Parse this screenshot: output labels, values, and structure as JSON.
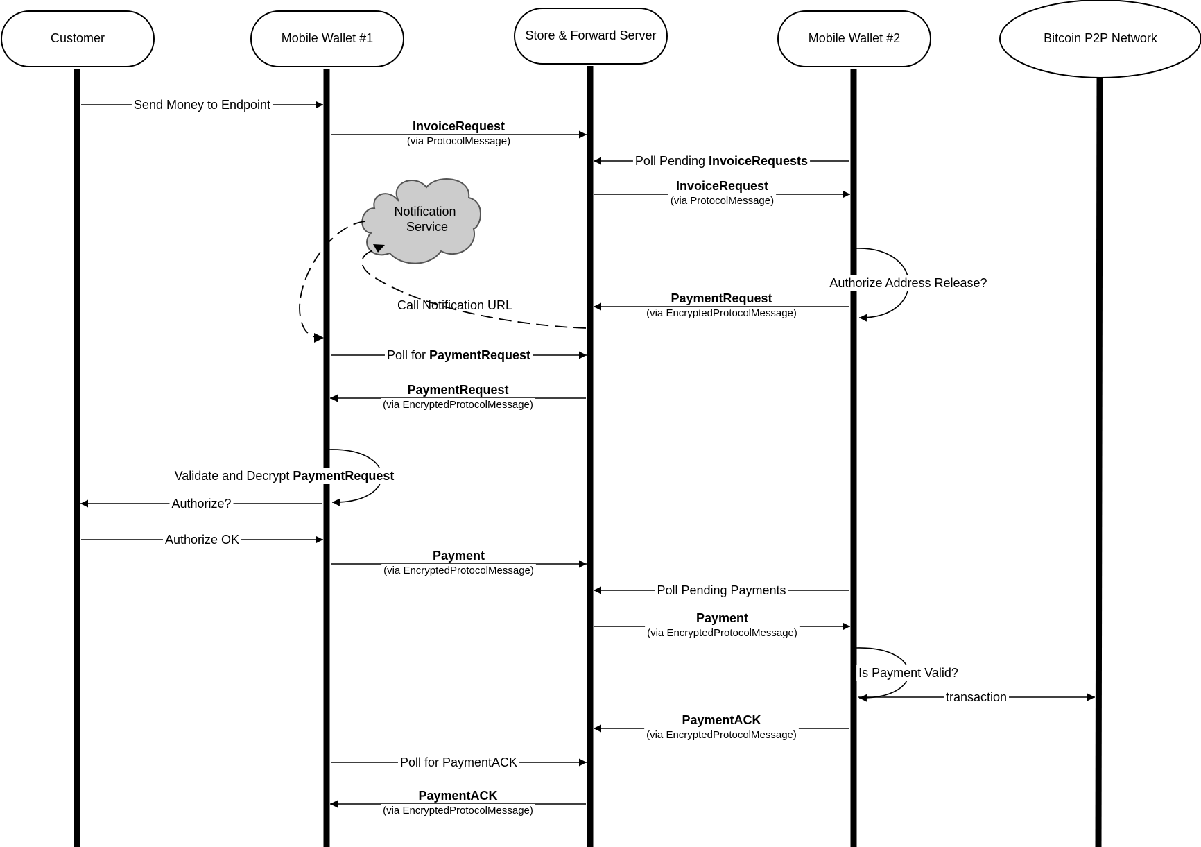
{
  "actors": [
    {
      "id": "customer",
      "label": "Customer"
    },
    {
      "id": "wallet1",
      "label": "Mobile Wallet #1"
    },
    {
      "id": "server",
      "label": "Store & Forward Server"
    },
    {
      "id": "wallet2",
      "label": "Mobile Wallet #2"
    },
    {
      "id": "p2p",
      "label": "Bitcoin P2P Network"
    }
  ],
  "notification_service": {
    "line1": "Notification",
    "line2": "Service",
    "call_label": "Call Notification URL"
  },
  "messages": [
    {
      "from": "customer",
      "to": "wallet1",
      "parts": [
        {
          "t": "Send Money to Endpoint"
        }
      ]
    },
    {
      "from": "wallet1",
      "to": "server",
      "parts": [
        {
          "t": "InvoiceRequest",
          "b": true
        }
      ],
      "sub": "(via ProtocolMessage)"
    },
    {
      "from": "wallet2",
      "to": "server",
      "parts": [
        {
          "t": "Poll Pending "
        },
        {
          "t": "InvoiceRequests",
          "b": true
        }
      ]
    },
    {
      "from": "server",
      "to": "wallet2",
      "parts": [
        {
          "t": "InvoiceRequest",
          "b": true
        }
      ],
      "sub": "(via ProtocolMessage)"
    },
    {
      "from": "wallet2",
      "to": "wallet2",
      "parts": [
        {
          "t": "Authorize Address Release?"
        }
      ]
    },
    {
      "from": "wallet2",
      "to": "server",
      "parts": [
        {
          "t": "PaymentRequest",
          "b": true
        }
      ],
      "sub": "(via EncryptedProtocolMessage)"
    },
    {
      "from": "wallet1",
      "to": "server",
      "parts": [
        {
          "t": "Poll for "
        },
        {
          "t": "PaymentRequest",
          "b": true
        }
      ]
    },
    {
      "from": "server",
      "to": "wallet1",
      "parts": [
        {
          "t": "PaymentRequest",
          "b": true
        }
      ],
      "sub": "(via EncryptedProtocolMessage)"
    },
    {
      "from": "wallet1",
      "to": "wallet1",
      "parts": [
        {
          "t": "Validate and Decrypt "
        },
        {
          "t": "PaymentRequest",
          "b": true
        }
      ]
    },
    {
      "from": "wallet1",
      "to": "customer",
      "parts": [
        {
          "t": "Authorize?"
        }
      ]
    },
    {
      "from": "customer",
      "to": "wallet1",
      "parts": [
        {
          "t": "Authorize OK"
        }
      ]
    },
    {
      "from": "wallet1",
      "to": "server",
      "parts": [
        {
          "t": "Payment",
          "b": true
        }
      ],
      "sub": "(via EncryptedProtocolMessage)"
    },
    {
      "from": "wallet2",
      "to": "server",
      "parts": [
        {
          "t": "Poll Pending Payments"
        }
      ]
    },
    {
      "from": "server",
      "to": "wallet2",
      "parts": [
        {
          "t": "Payment",
          "b": true
        }
      ],
      "sub": "(via EncryptedProtocolMessage)"
    },
    {
      "from": "wallet2",
      "to": "wallet2",
      "parts": [
        {
          "t": "Is Payment Valid?"
        }
      ]
    },
    {
      "from": "wallet2",
      "to": "p2p",
      "parts": [
        {
          "t": "transaction"
        }
      ]
    },
    {
      "from": "wallet2",
      "to": "server",
      "parts": [
        {
          "t": "PaymentACK",
          "b": true
        }
      ],
      "sub": "(via EncryptedProtocolMessage)"
    },
    {
      "from": "wallet1",
      "to": "server",
      "parts": [
        {
          "t": "Poll for PaymentACK"
        }
      ]
    },
    {
      "from": "server",
      "to": "wallet1",
      "parts": [
        {
          "t": "PaymentACK",
          "b": true
        }
      ],
      "sub": "(via EncryptedProtocolMessage)"
    }
  ]
}
